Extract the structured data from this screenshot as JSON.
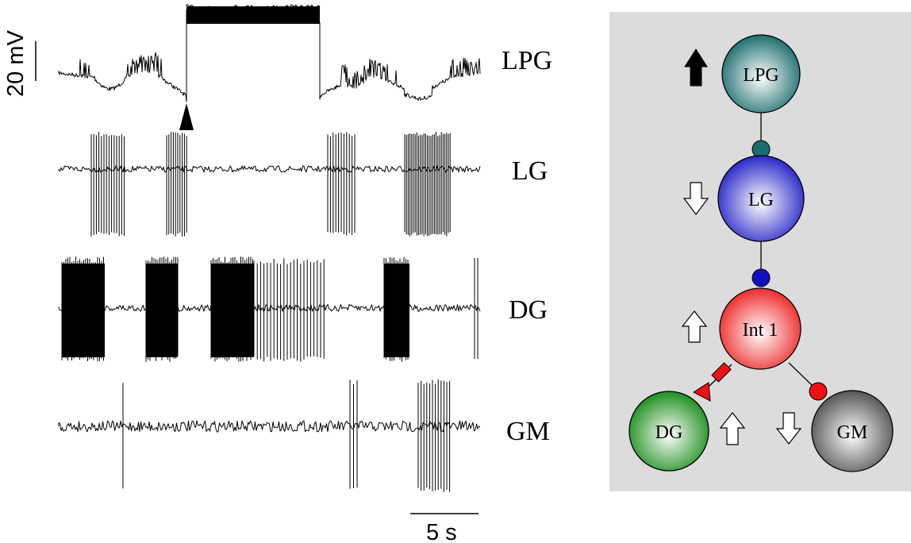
{
  "figure": {
    "traces": [
      {
        "label": "LPG"
      },
      {
        "label": "LG"
      },
      {
        "label": "DG"
      },
      {
        "label": "GM"
      }
    ],
    "scale_bars": {
      "voltage_label": "20 mV",
      "time_label": "5 s"
    }
  },
  "circuit": {
    "neurons": [
      {
        "label": "LPG",
        "color": "#1f6f6f"
      },
      {
        "label": "LG",
        "color": "#2727c8"
      },
      {
        "label": "Int 1",
        "color": "#ee2b2b"
      },
      {
        "label": "DG",
        "color": "#1e8f1e"
      },
      {
        "label": "GM",
        "color": "#555555"
      }
    ],
    "activity_arrows": [
      {
        "neuron": "LPG",
        "direction": "up",
        "style": "filled"
      },
      {
        "neuron": "LG",
        "direction": "down",
        "style": "hollow"
      },
      {
        "neuron": "Int 1",
        "direction": "up",
        "style": "hollow"
      },
      {
        "neuron": "DG",
        "direction": "up",
        "style": "hollow"
      },
      {
        "neuron": "GM",
        "direction": "down",
        "style": "hollow"
      }
    ],
    "synapse_colors": {
      "lpg_to_lg": "#1a6e6e",
      "lg_to_int1": "#1010c0",
      "int1_to_gm": "#ee1111",
      "int1_to_dg": "#ee1111"
    },
    "panel_color": "#dcdcdc"
  }
}
